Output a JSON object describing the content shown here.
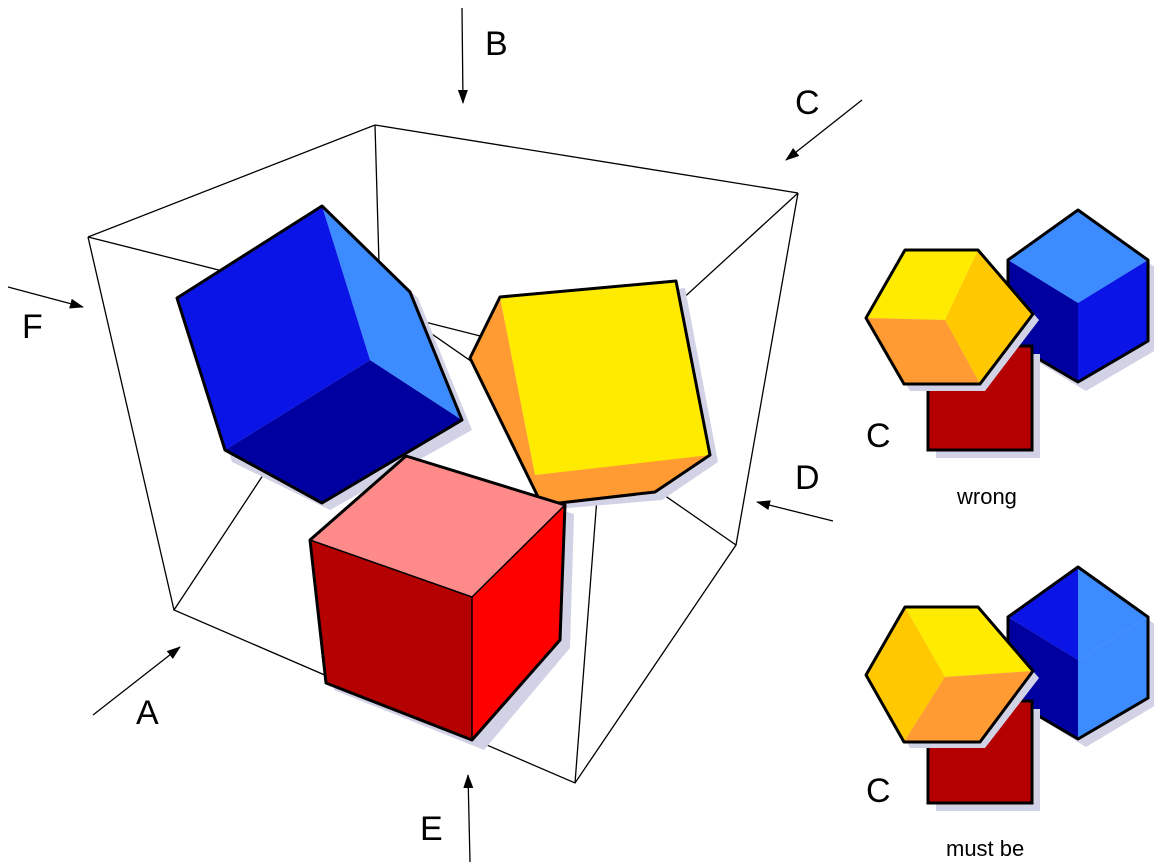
{
  "view_labels": {
    "a": "A",
    "b": "B",
    "c": "C",
    "d": "D",
    "e": "E",
    "f": "F"
  },
  "inset_top": {
    "view_label": "C",
    "caption": "wrong"
  },
  "inset_bottom": {
    "view_label": "C",
    "caption": "must be"
  },
  "colors": {
    "blue_front": "#0A14E6",
    "blue_light": "#3C8CFF",
    "blue_dark": "#0000A0",
    "yellow_front": "#FFEB00",
    "yellow_side": "#FFC800",
    "orange": "#FF9B32",
    "red_top": "#FF8A8A",
    "red_front": "#B40000",
    "red_side": "#FF0000",
    "shadow": "#D2D2E6"
  }
}
